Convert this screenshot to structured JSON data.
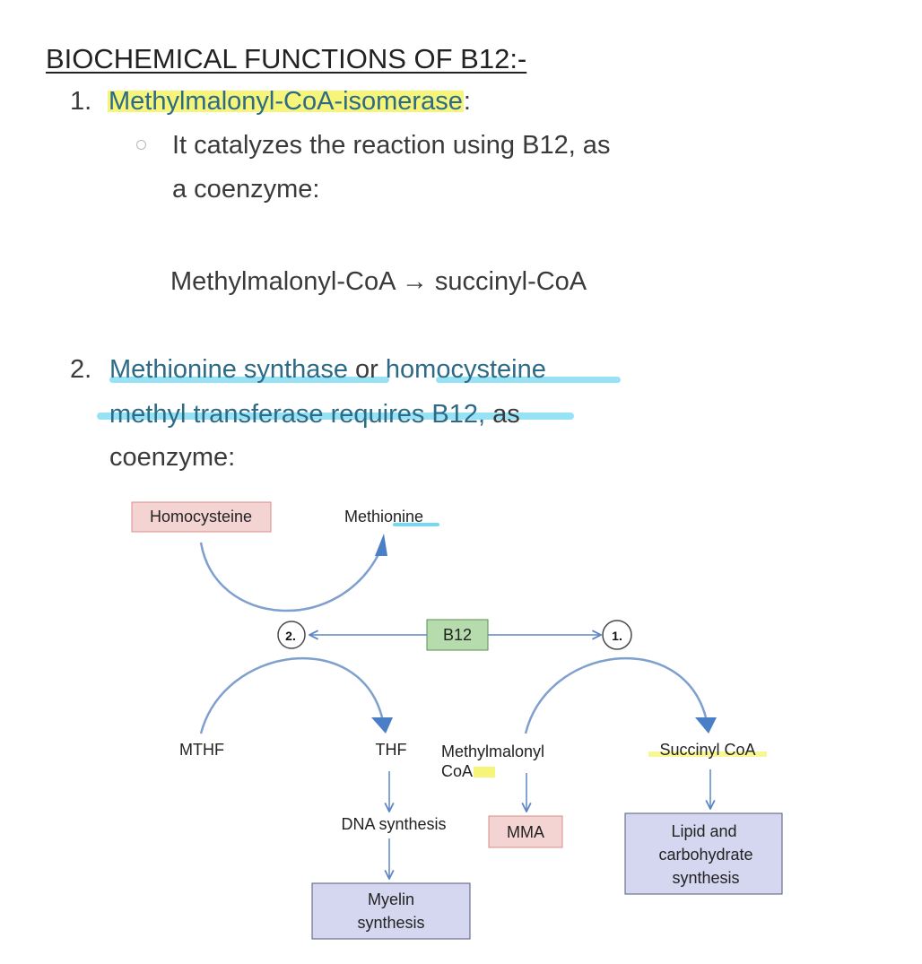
{
  "heading": "BIOCHEMICAL FUNCTIONS OF B12:-",
  "item1": {
    "number": "1.",
    "title": "Methylmalonyl-CoA-isomerase",
    "colon": ":",
    "bullet_line1": "It catalyzes the reaction using B12, as",
    "bullet_line2": "a coenzyme:",
    "reaction": "Methylmalonyl-CoA → succinyl-CoA"
  },
  "item2": {
    "number": "2.",
    "line1_a": "Methionine synthase",
    "line1_b": " or ",
    "line1_c": "homocysteine",
    "line2_a": "methyl transferase requires B12,",
    "line2_b": " as",
    "line3": "coenzyme:"
  },
  "diagram": {
    "homocysteine": "Homocysteine",
    "methionine": "Methionine",
    "b12": "B12",
    "mark_2": "2.",
    "mark_1": "1.",
    "mthf": "MTHF",
    "thf": "THF",
    "methylmalonyl_line1": "Methylmalonyl",
    "methylmalonyl_line2": "CoA",
    "succinyl_coa": "Succinyl CoA",
    "dna_synthesis": "DNA synthesis",
    "mma": "MMA",
    "lipid_line1": "Lipid and",
    "lipid_line2": "carbohydrate",
    "lipid_line3": "synthesis",
    "myelin_line1": "Myelin",
    "myelin_line2": "synthesis",
    "colors": {
      "pink_box": "#f4d4d2",
      "green_box": "#b6dcae",
      "lavender_box": "#d5d6f0",
      "arrow_blue": "#4a7fc8",
      "curve_blue": "#7f9fcf",
      "highlight_yellow": "#f6f57a",
      "highlight_cyan": "#74d8f2",
      "heading_teal": "#2c6a86"
    }
  }
}
